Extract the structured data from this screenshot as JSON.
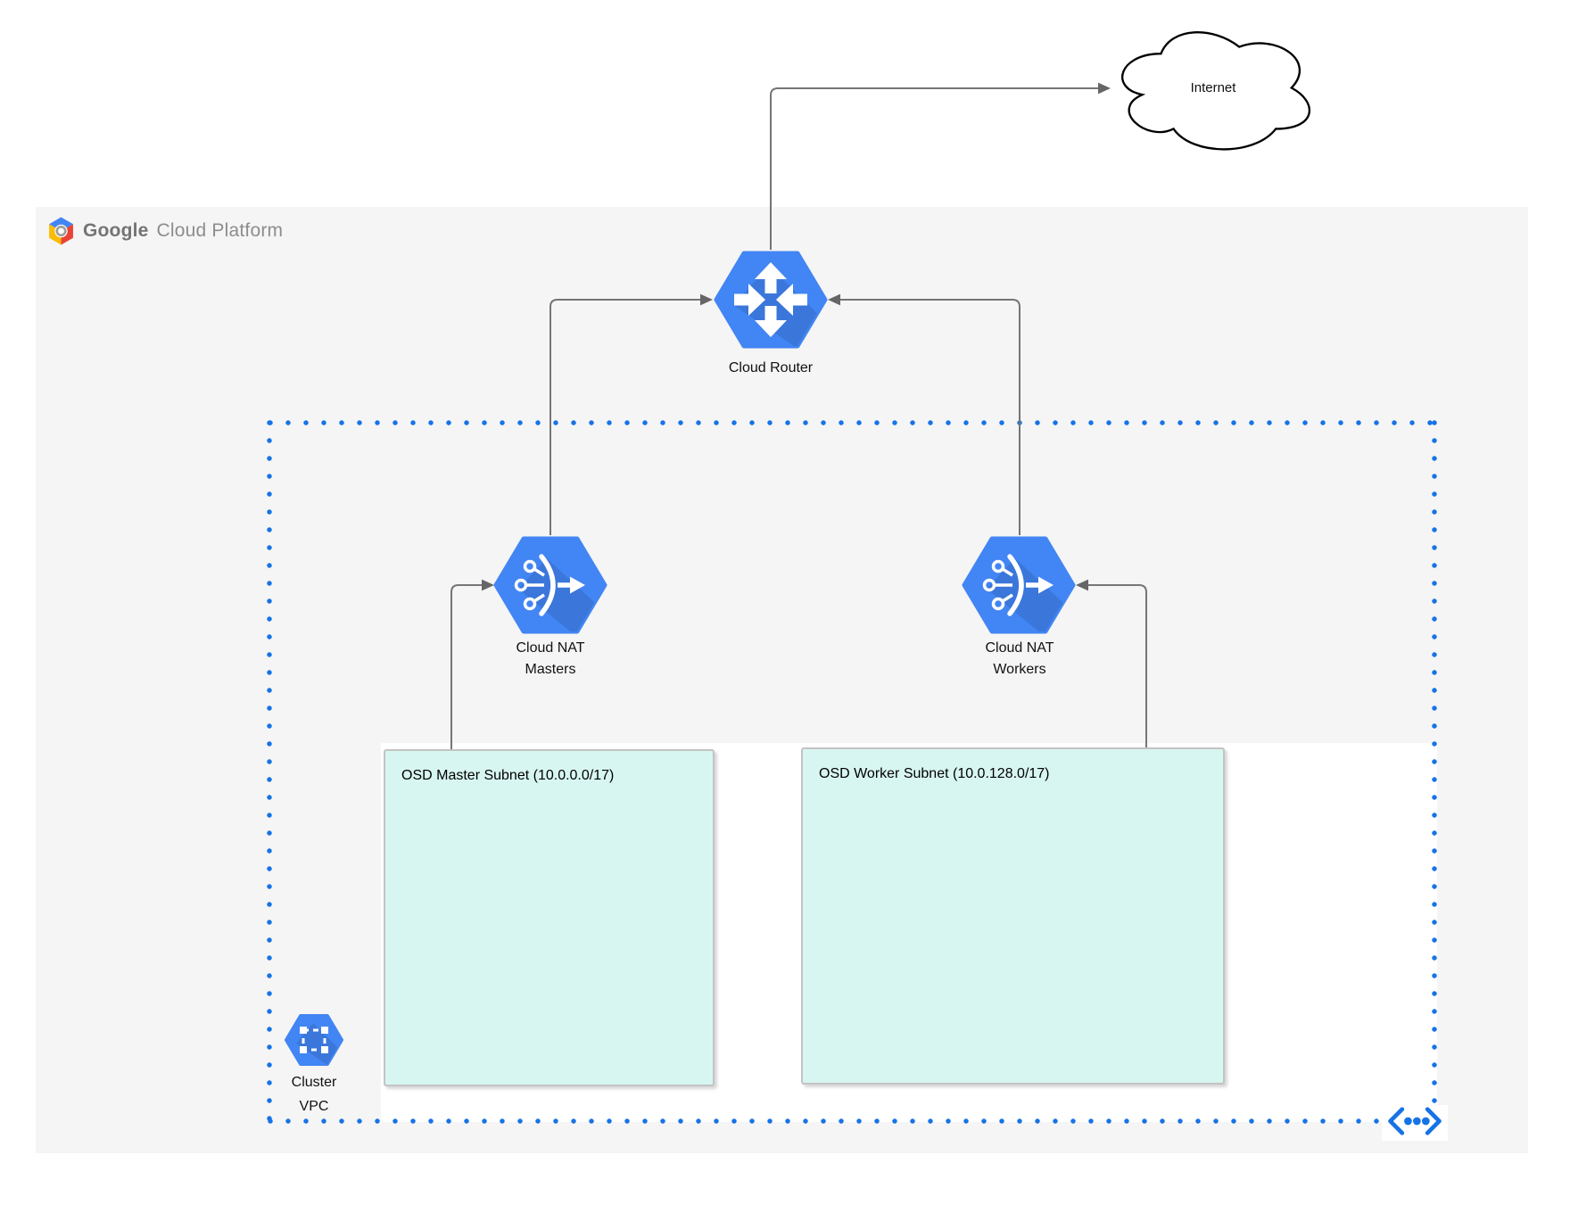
{
  "diagram": {
    "provider": {
      "google": "Google",
      "cloud_platform": "Cloud Platform"
    },
    "nodes": {
      "internet": {
        "label": "Internet"
      },
      "cloud_router": {
        "label": "Cloud Router"
      },
      "cloud_nat_masters": {
        "line1": "Cloud NAT",
        "line2": "Masters"
      },
      "cloud_nat_workers": {
        "line1": "Cloud NAT",
        "line2": "Workers"
      },
      "cluster_vpc": {
        "line1": "Cluster",
        "line2": "VPC"
      }
    },
    "subnets": {
      "master": {
        "title": "OSD Master Subnet (10.0.0.0/17)"
      },
      "worker": {
        "title": "OSD Worker Subnet (10.0.128.0/17)"
      }
    },
    "icons": {
      "cloud_router": "router-arrows-icon",
      "cloud_nat": "nat-gateway-icon",
      "cluster_vpc": "vpc-network-icon",
      "internet": "cloud-outline-shape",
      "corner": "expand-dots-icon",
      "logo": "gcp-hexagon-logo"
    },
    "colors": {
      "gcp_hexagon_blue": "#4285f4",
      "vpc_dotted_border_blue": "#1673e6",
      "subnet_fill": "#d8f6f1",
      "subnet_border": "#c3c3c3",
      "panel_gray": "#f5f5f5",
      "connector_gray": "#757575",
      "logo_blue": "#4285f4",
      "logo_red": "#ea4335",
      "logo_yellow": "#fbbc05"
    }
  }
}
